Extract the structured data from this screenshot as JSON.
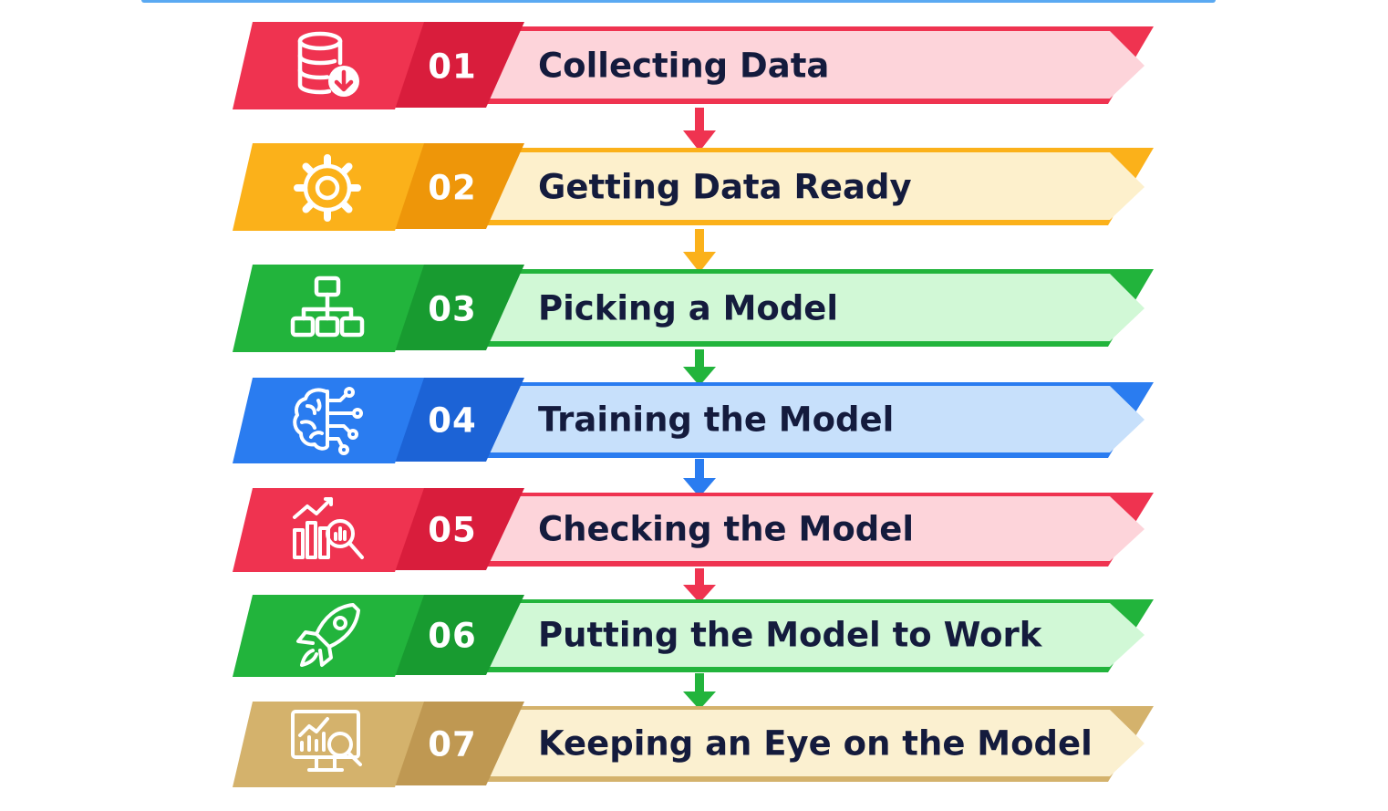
{
  "colors": {
    "red": "#ef3350",
    "red_dark": "#d91d3c",
    "red_light": "#fdd4da",
    "orange": "#fbb11a",
    "orange_dark": "#ee9609",
    "orange_light": "#fdf0cc",
    "green": "#22b43c",
    "green_dark": "#189b30",
    "green_light": "#d1f8d6",
    "blue": "#2a7cf0",
    "blue_dark": "#1c63d6",
    "blue_light": "#c7e0fb",
    "gold": "#d4b26c",
    "gold_dark": "#bf9852",
    "gold_light": "#fbf0d0",
    "text": "#141b3d"
  },
  "steps": [
    {
      "number": "01",
      "label": "Collecting Data",
      "icon": "database-download-icon",
      "theme": "red"
    },
    {
      "number": "02",
      "label": "Getting Data Ready",
      "icon": "gear-icon",
      "theme": "orange"
    },
    {
      "number": "03",
      "label": "Picking a Model",
      "icon": "hierarchy-icon",
      "theme": "green"
    },
    {
      "number": "04",
      "label": "Training the Model",
      "icon": "ai-brain-icon",
      "theme": "blue"
    },
    {
      "number": "05",
      "label": "Checking the Model",
      "icon": "chart-magnifier-icon",
      "theme": "red"
    },
    {
      "number": "06",
      "label": "Putting the Model to Work",
      "icon": "rocket-icon",
      "theme": "green"
    },
    {
      "number": "07",
      "label": "Keeping an Eye on the Model",
      "icon": "monitor-analytics-icon",
      "theme": "gold"
    }
  ]
}
